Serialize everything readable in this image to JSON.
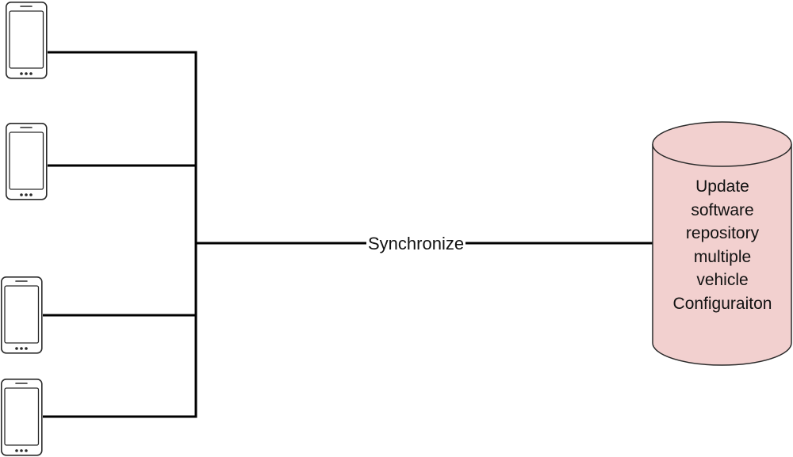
{
  "diagram": {
    "devices": [
      {
        "name": "mobile-phone-1"
      },
      {
        "name": "mobile-phone-2"
      },
      {
        "name": "mobile-phone-3"
      },
      {
        "name": "mobile-phone-4"
      }
    ],
    "connector": {
      "label": "Synchronize"
    },
    "database": {
      "lines": [
        "Update",
        "software",
        "repository",
        "multiple",
        "vehicle",
        "Configuraiton"
      ],
      "fill": "#f2d0cf",
      "stroke": "#2a2a2a"
    },
    "colors": {
      "line": "#000000",
      "phone_stroke": "#2a2a2a",
      "phone_fill": "#ffffff"
    }
  }
}
